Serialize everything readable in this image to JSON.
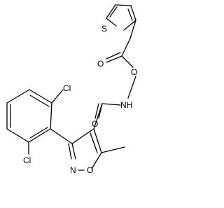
{
  "atoms": {
    "thiophene_s": "S",
    "carbonyl_o_top": "O",
    "ester_o": "O",
    "nh": "NH",
    "carbonyl_o_amide": "O",
    "cl_top": "Cl",
    "cl_bottom": "Cl",
    "ring_n": "N",
    "ring_o": "O"
  }
}
